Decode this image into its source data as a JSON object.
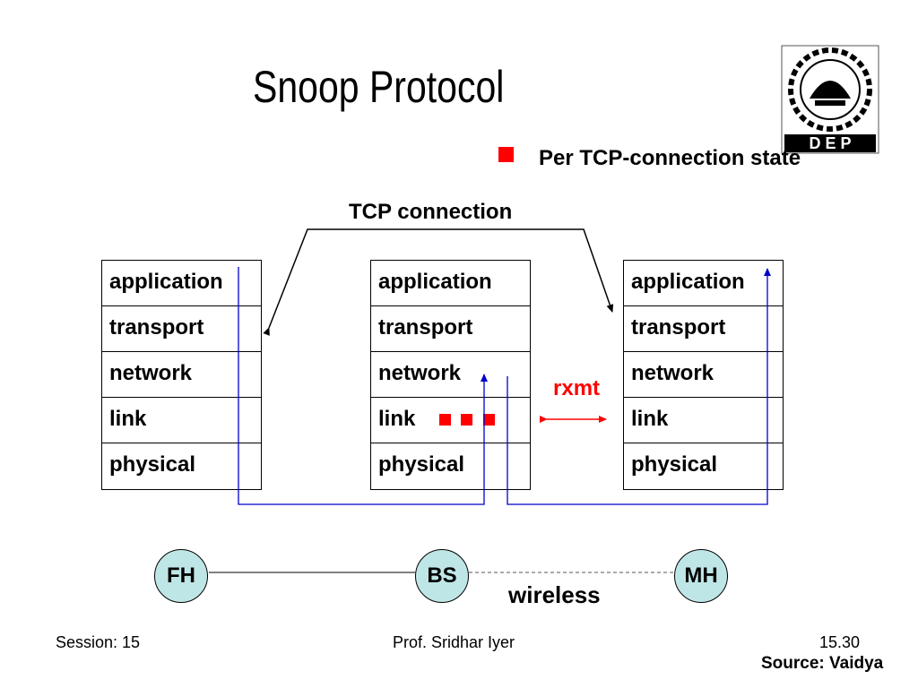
{
  "title": "Snoop Protocol",
  "bullet": "Per TCP-connection state",
  "logo": {
    "text": "D E P"
  },
  "tcp_connection_label": "TCP connection",
  "stacks": [
    {
      "layers": [
        "application",
        "transport",
        "network",
        "link",
        "physical"
      ]
    },
    {
      "layers": [
        "application",
        "transport",
        "network",
        "link",
        "physical"
      ]
    },
    {
      "layers": [
        "application",
        "transport",
        "network",
        "link",
        "physical"
      ]
    }
  ],
  "rxmt_label": "rxmt",
  "nodes": {
    "fh": "FH",
    "bs": "BS",
    "mh": "MH"
  },
  "wireless_label": "wireless",
  "footer": {
    "session": "Session: 15",
    "author": "Prof. Sridhar Iyer",
    "page": "15.30"
  },
  "source": "Source: Vaidya",
  "colors": {
    "accent": "#ff0000",
    "path": "#0000cc",
    "node_fill": "#bfe6e6"
  }
}
